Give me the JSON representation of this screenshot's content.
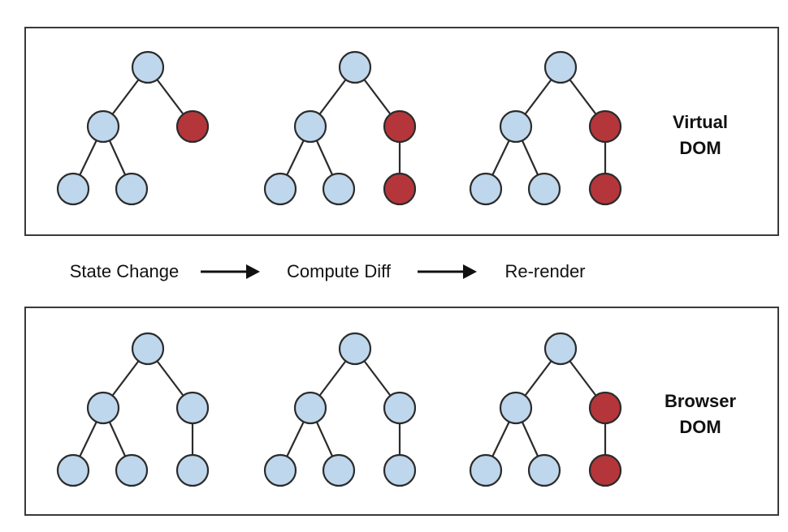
{
  "colors": {
    "unchanged_node": "#bfd7ec",
    "changed_node": "#b5363a",
    "outline": "#2b2b2b"
  },
  "panels": {
    "virtual": {
      "label_line1": "Virtual",
      "label_line2": "DOM",
      "trees": [
        {
          "changed": [
            "right",
            "right_child"
          ],
          "show_right_child": false
        },
        {
          "changed": [
            "right",
            "right_child"
          ],
          "show_right_child": true
        },
        {
          "changed": [
            "right",
            "right_child"
          ],
          "show_right_child": true
        }
      ]
    },
    "browser": {
      "label_line1": "Browser",
      "label_line2": "DOM",
      "trees": [
        {
          "changed": [],
          "show_right_child": true
        },
        {
          "changed": [],
          "show_right_child": true
        },
        {
          "changed": [
            "right",
            "right_child"
          ],
          "show_right_child": true
        }
      ]
    }
  },
  "flow": {
    "step1": "State Change",
    "step2": "Compute Diff",
    "step3": "Re-render"
  }
}
